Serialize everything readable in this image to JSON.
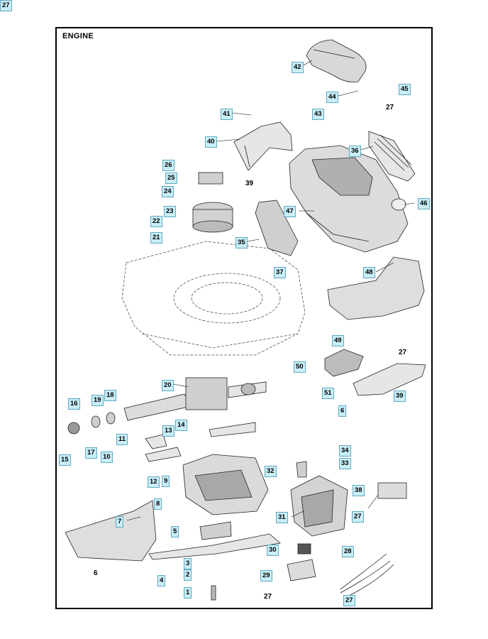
{
  "title": "ENGINE",
  "boxed_labels": [
    "42",
    "45",
    "44",
    "43",
    "41",
    "40",
    "36",
    "26",
    "25",
    "24",
    "47",
    "46",
    "23",
    "22",
    "21",
    "35",
    "37",
    "48",
    "49",
    "50",
    "51",
    "39",
    "6",
    "20",
    "16",
    "19",
    "18",
    "17",
    "15",
    "11",
    "13",
    "14",
    "10",
    "12",
    "9",
    "32",
    "34",
    "33",
    "38",
    "31",
    "7",
    "8",
    "5",
    "30",
    "28",
    "29",
    "3",
    "2",
    "1",
    "4",
    "27",
    "27",
    "27"
  ],
  "plain_labels": [
    "27",
    "39",
    "27",
    "27",
    "6",
    "27"
  ]
}
